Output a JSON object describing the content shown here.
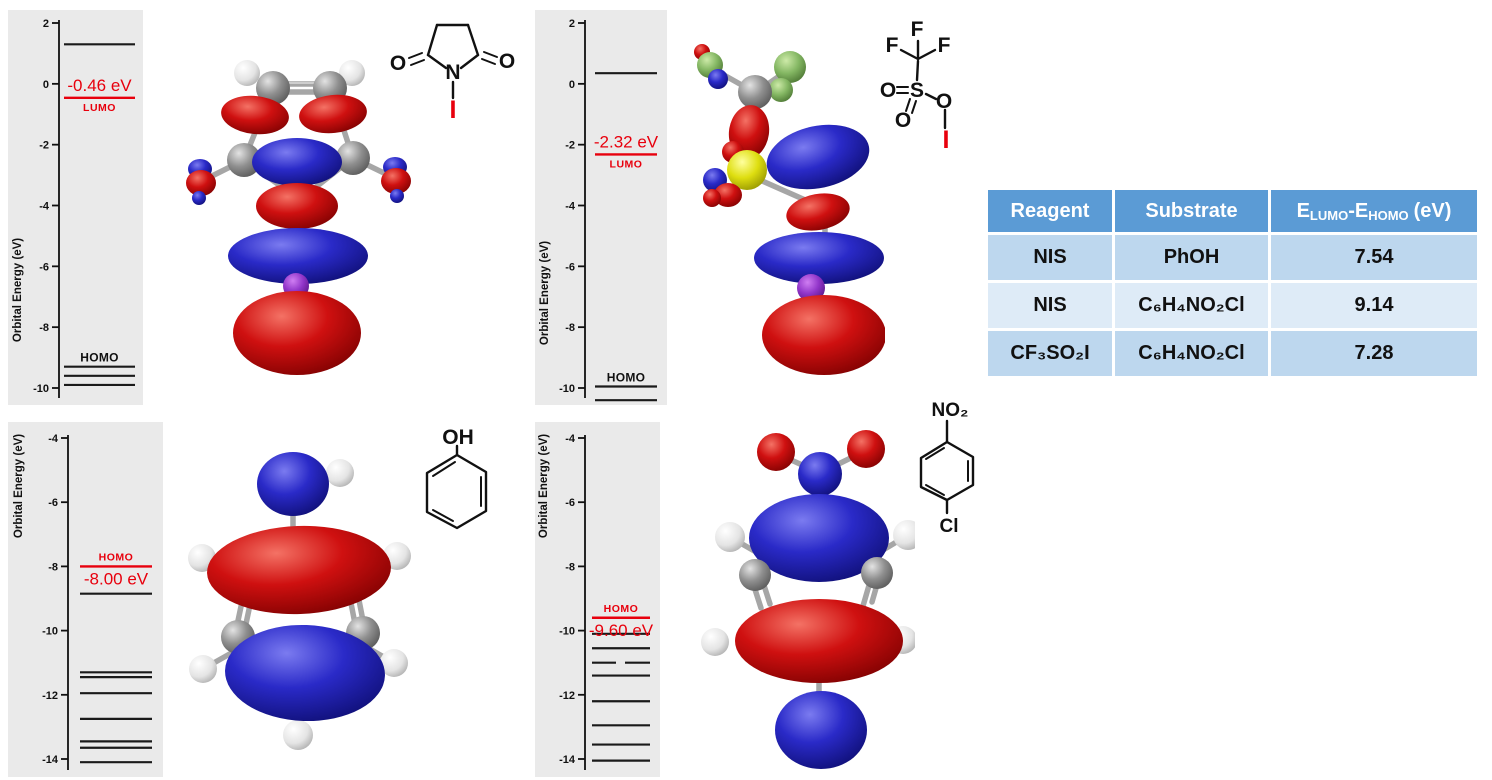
{
  "chart_data": [
    {
      "type": "energy-levels",
      "name": "nis",
      "molecule": "NIS",
      "ylabel": "Orbital Energy (eV)",
      "ylim": [
        -10,
        2
      ],
      "ticks": [
        2,
        0,
        -2,
        -4,
        -6,
        -8,
        -10
      ],
      "black_levels": [
        1.3,
        -9.3,
        -9.6,
        -9.9
      ],
      "black_label": {
        "text": "HOMO",
        "at": -9.3
      },
      "red_level": {
        "orbital": "LUMO",
        "value": -0.46,
        "value_text": "-0.46 eV",
        "value_position": "above",
        "name_position": "below"
      }
    },
    {
      "type": "energy-levels",
      "name": "triflyl",
      "molecule": "CF₃SO₂I",
      "ylabel": "Orbital Energy (eV)",
      "ylim": [
        -10,
        2
      ],
      "ticks": [
        2,
        0,
        -2,
        -4,
        -6,
        -8,
        -10
      ],
      "black_levels": [
        0.35,
        -9.95,
        -10.4
      ],
      "black_label": {
        "text": "HOMO",
        "at": -9.95
      },
      "red_level": {
        "orbital": "LUMO",
        "value": -2.32,
        "value_text": "-2.32 eV",
        "value_position": "above",
        "name_position": "below"
      }
    },
    {
      "type": "energy-levels",
      "name": "phenol",
      "molecule": "PhOH",
      "ylabel": "Orbital Energy (eV)",
      "ylim": [
        -14,
        -4
      ],
      "ticks": [
        -4,
        -6,
        -8,
        -10,
        -12,
        -14
      ],
      "black_levels": [
        -8.85,
        -11.3,
        -11.45,
        -11.95,
        -12.75,
        -13.45,
        -13.65,
        -14.1
      ],
      "red_level": {
        "orbital": "HOMO",
        "value": -8.0,
        "value_text": "-8.00 eV",
        "value_position": "below",
        "name_position": "above"
      }
    },
    {
      "type": "energy-levels",
      "name": "cnb",
      "molecule": "C₆H₄NO₂Cl",
      "ylabel": "Orbital Energy (eV)",
      "ylim": [
        -14,
        -4
      ],
      "ticks": [
        -4,
        -6,
        -8,
        -10,
        -12,
        -14
      ],
      "black_levels": [
        -10.1,
        -10.55,
        -11.4,
        -12.2,
        -12.95,
        -13.55,
        -14.05
      ],
      "split_levels": [
        -11.0
      ],
      "red_level": {
        "orbital": "HOMO",
        "value": -9.6,
        "value_text": "-9.60 eV",
        "value_position": "below",
        "name_position": "above"
      }
    },
    {
      "type": "table",
      "headers": [
        "Reagent",
        "Substrate",
        "E_LUMO-E_HOMO (eV)"
      ],
      "rows": [
        [
          "NIS",
          "PhOH",
          "7.54"
        ],
        [
          "NIS",
          "C₆H₄NO₂Cl",
          "9.14"
        ],
        [
          "CF₃SO₂I",
          "C₆H₄NO₂Cl",
          "7.28"
        ]
      ]
    }
  ],
  "table_header_parts": {
    "e1": "E",
    "sub1": "LUMO",
    "e2": "-E",
    "sub2": "HOMO",
    "unit": "(eV)"
  },
  "structures": {
    "nis": {
      "o_left": "O",
      "o_right": "O",
      "n": "N",
      "i": "I"
    },
    "triflyl": {
      "f_top": "F",
      "f_left": "F",
      "f_right": "F",
      "o_left": "O",
      "s": "S",
      "o_bottom": "O",
      "o_right": "O",
      "i": "I"
    },
    "phenol": {
      "oh": "OH"
    },
    "cnb": {
      "no2": "NO₂",
      "cl": "Cl"
    }
  },
  "colors": {
    "accent_red": "#e8000d",
    "panel_bg": "#eaeaea",
    "table_header": "#5b9bd5",
    "table_row_a": "#bdd7ee",
    "table_row_b": "#deebf7",
    "orbital_blue": "#2a2ac8",
    "orbital_red": "#cf1010"
  }
}
